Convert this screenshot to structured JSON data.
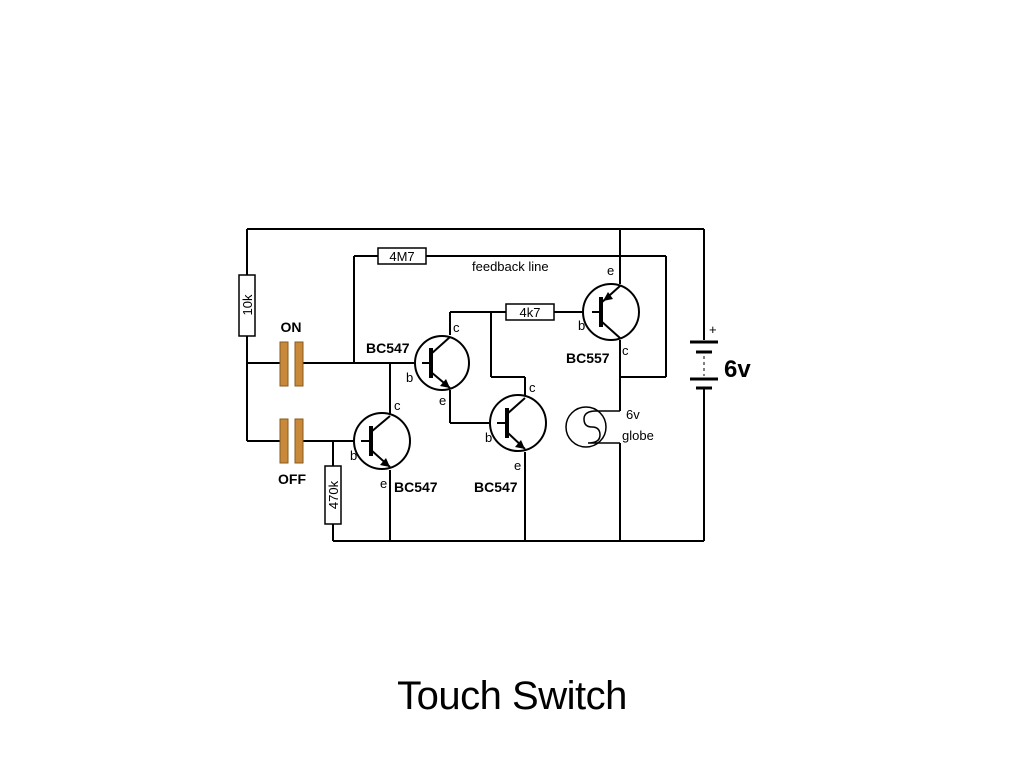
{
  "slide": {
    "title": "Touch Switch"
  },
  "diagram": {
    "resistors": {
      "r_4m7": "4M7",
      "r_4k7": "4k7",
      "r_10k": "10k",
      "r_470k": "470k"
    },
    "feedback_label": "feedback line",
    "pads": {
      "on": "ON",
      "off": "OFF"
    },
    "transistors": {
      "q1": "BC547",
      "q2": "BC547",
      "q3": "BC547",
      "q4": "BC557"
    },
    "pins": {
      "b": "b",
      "c": "c",
      "e": "e"
    },
    "battery": {
      "plus": "+",
      "voltage": "6v"
    },
    "globe": {
      "line1": "6v",
      "line2": "globe"
    },
    "colors": {
      "pad": "#c8893a",
      "pad_stroke": "#8a5a1e",
      "wire": "#000000"
    }
  }
}
